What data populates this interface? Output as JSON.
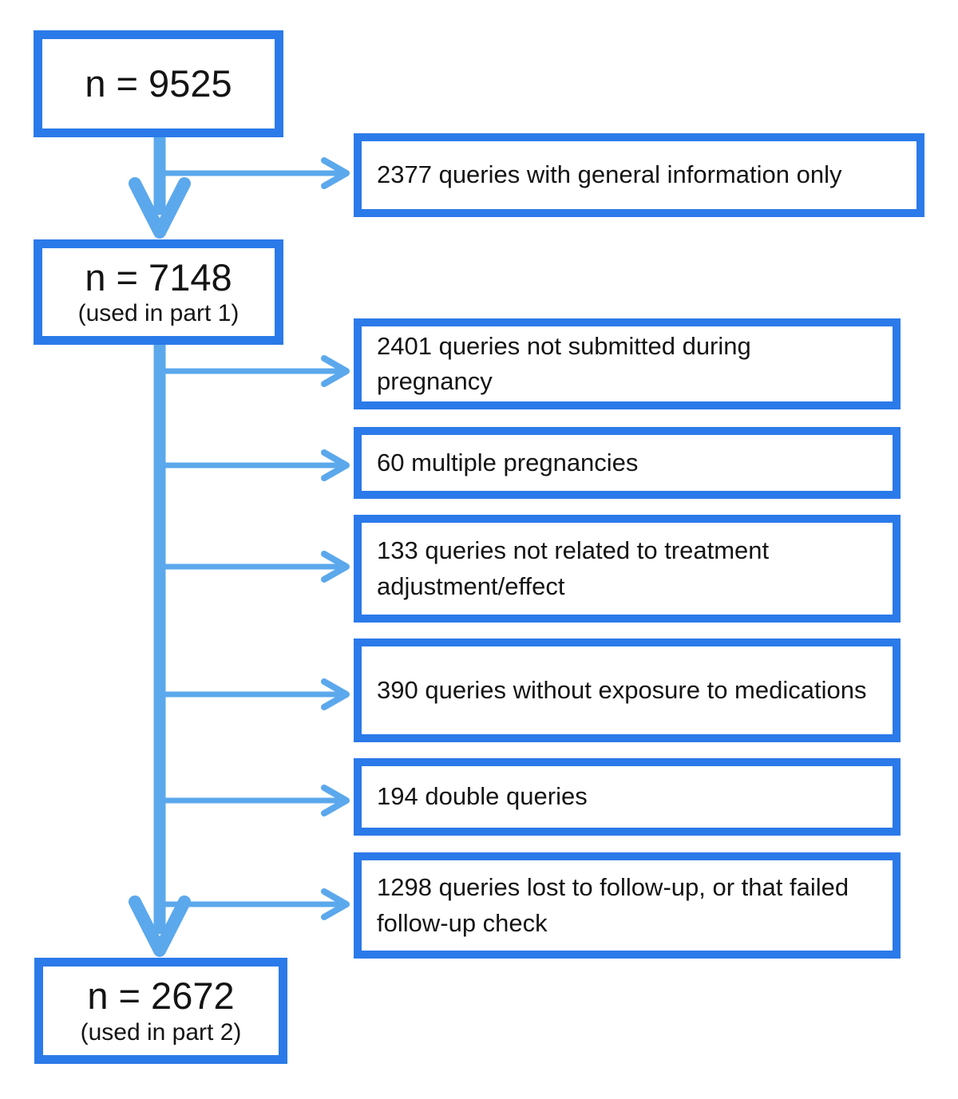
{
  "diagram": {
    "colors": {
      "box_border": "#2b7ae9",
      "arrow": "#5ba8ec",
      "text": "#141414",
      "background": "#ffffff"
    },
    "nodes": {
      "total": {
        "value": "n = 9525",
        "note": ""
      },
      "part1": {
        "value": "n = 7148",
        "note": "(used in part 1)"
      },
      "part2": {
        "value": "n = 2672",
        "note": "(used in part 2)"
      }
    },
    "exclusions": [
      {
        "label": "2377 queries with general information only"
      },
      {
        "label": "2401 queries not submitted during pregnancy"
      },
      {
        "label": "60 multiple pregnancies"
      },
      {
        "label": "133 queries not related to treatment adjustment/effect"
      },
      {
        "label": "390 queries without exposure to medications"
      },
      {
        "label": "194 double queries"
      },
      {
        "label": "1298 queries lost to follow-up, or that failed follow-up check"
      }
    ]
  }
}
